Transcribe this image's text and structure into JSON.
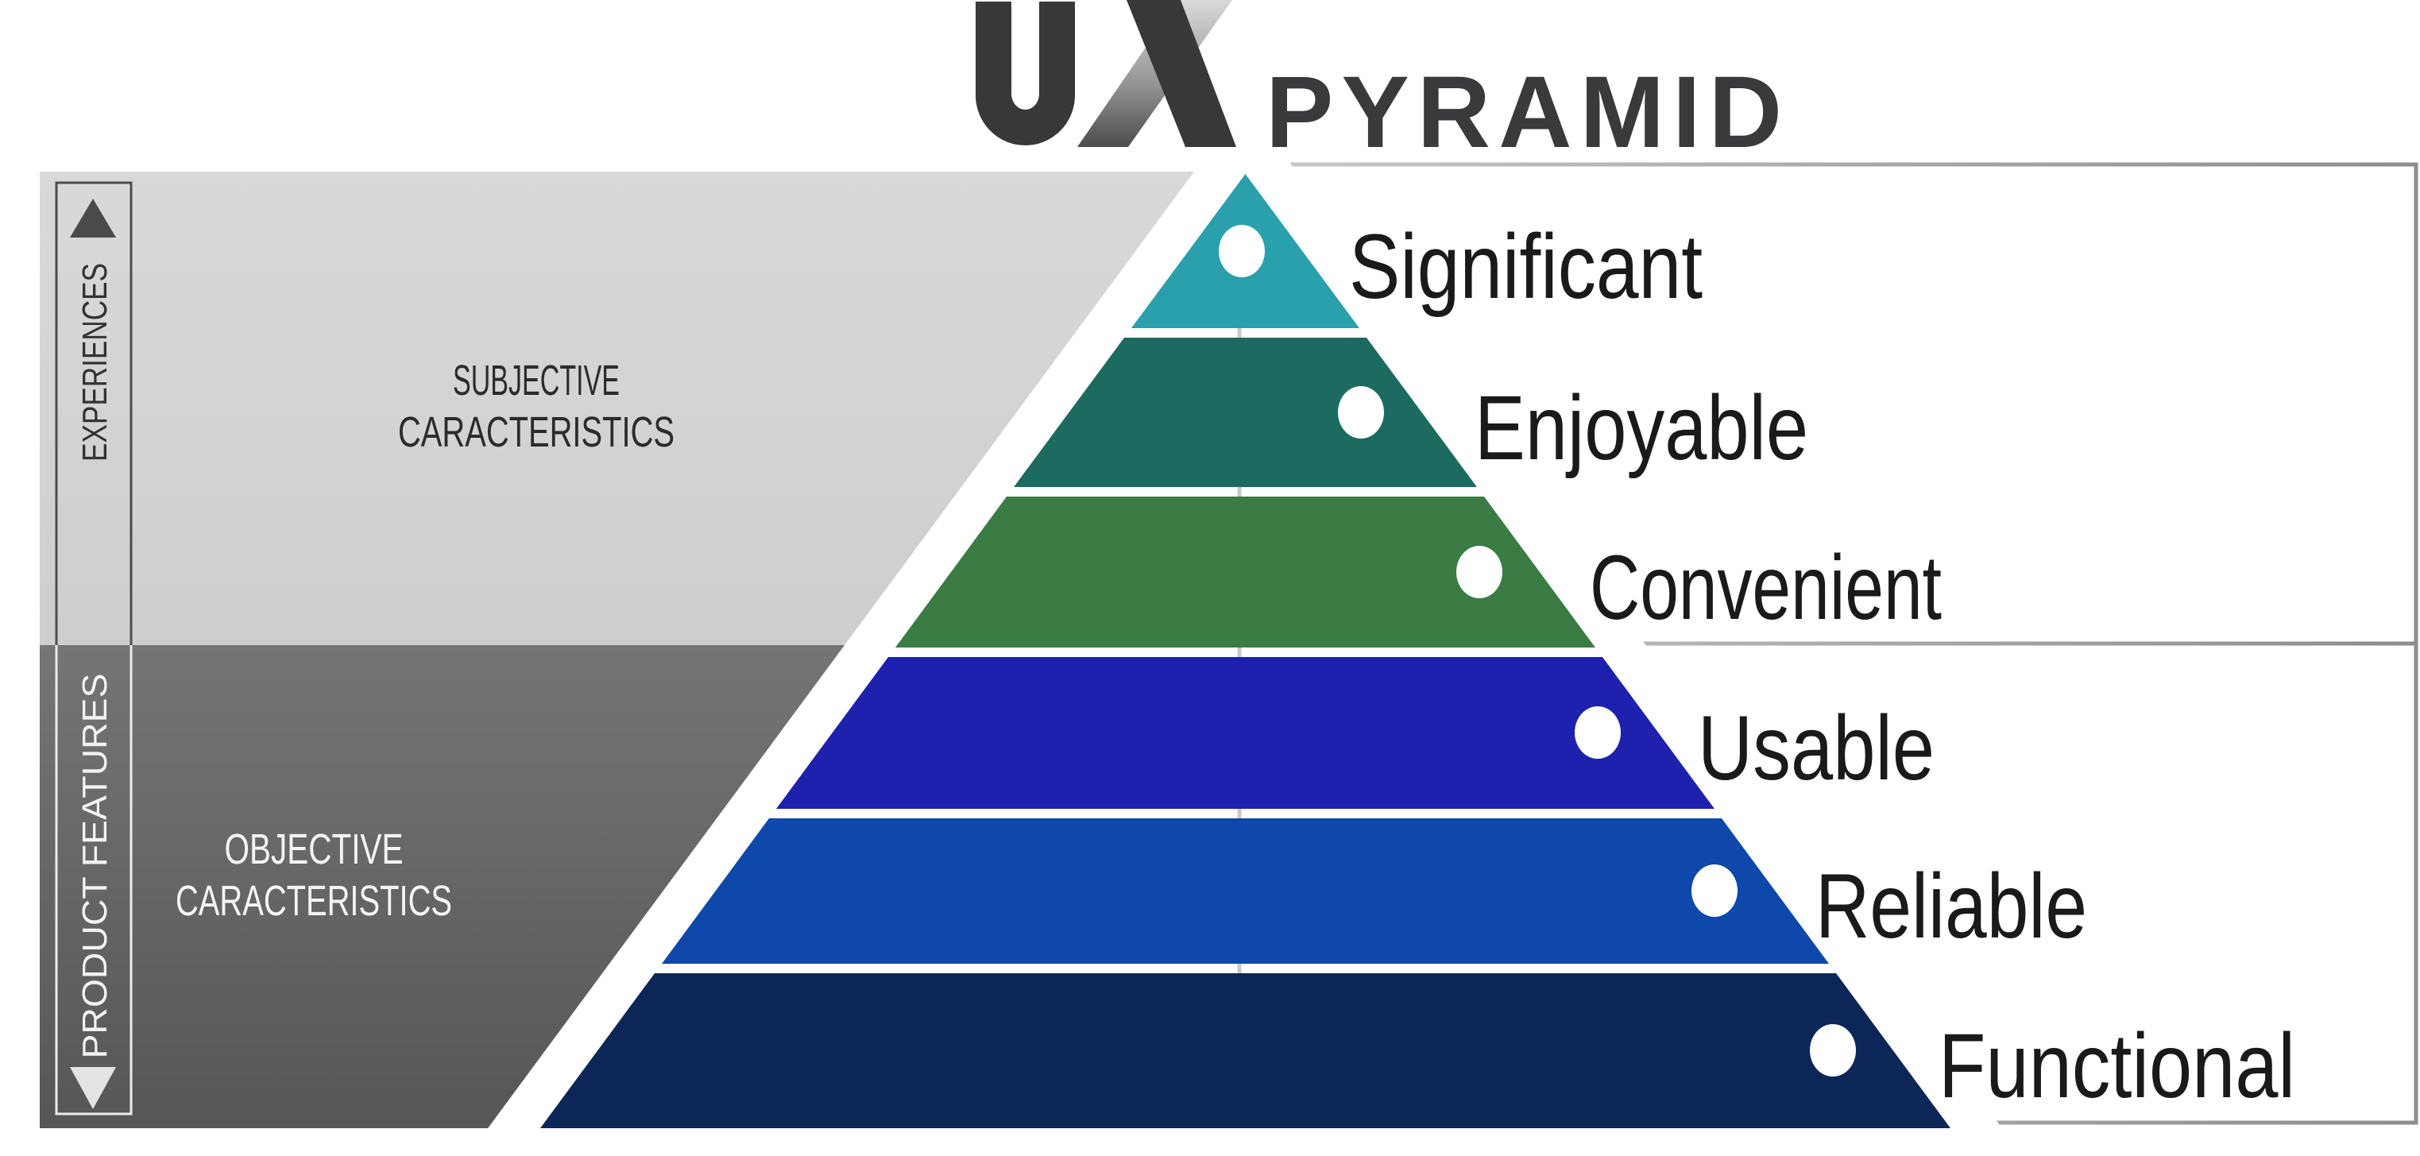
{
  "logo": {
    "ux": "UX",
    "wordmark": "PYRAMID"
  },
  "left_axis": {
    "subjective_band": {
      "caption_line1": "SUBJECTIVE",
      "caption_line2": "CARACTERISTICS",
      "side_label": "EXPERIENCES"
    },
    "objective_band": {
      "caption_line1": "OBJECTIVE",
      "caption_line2": "CARACTERISTICS",
      "side_label": "PRODUCT FEATURES"
    }
  },
  "levels": [
    {
      "label": "Significant",
      "color": "#2aa0ac"
    },
    {
      "label": "Enjoyable",
      "color": "#1d6b60"
    },
    {
      "label": "Convenient",
      "color": "#3a7c44"
    },
    {
      "label": "Usable",
      "color": "#1d21ae"
    },
    {
      "label": "Reliable",
      "color": "#0d48aa"
    },
    {
      "label": "Functional",
      "color": "#0b2657"
    }
  ],
  "colors": {
    "band_light_top": "#d9d9d9",
    "band_light_bottom": "#cecece",
    "band_dark_top": "#757575",
    "band_dark_bottom": "#565656",
    "logo_ink": "#38373a",
    "label_ink": "#1a1a1a",
    "subjective_text": "#2b2b2b",
    "objective_text": "#f4f4f4",
    "panel_border_light": "#c9c9c9",
    "panel_border_dark": "#8d8d8d",
    "level_dot": "#ffffff"
  }
}
